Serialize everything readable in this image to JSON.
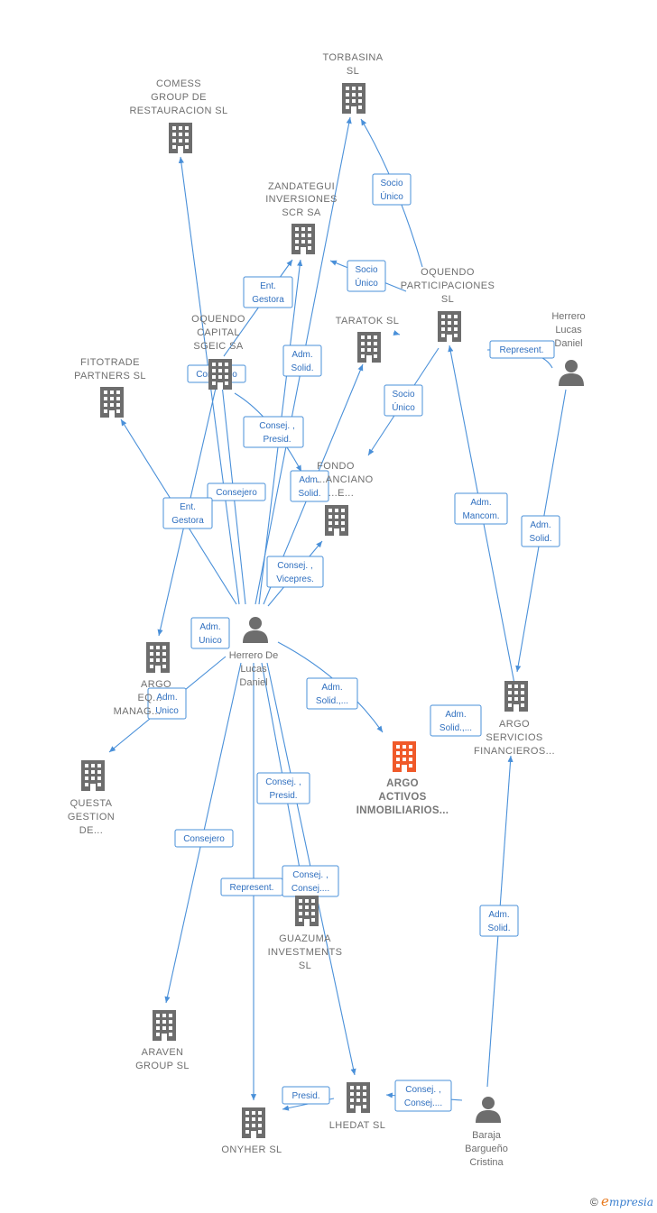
{
  "colors": {
    "edge": "#4a90d9",
    "building": "#6d6d6d",
    "focus_building": "#f05a2a",
    "person": "#6d6d6d"
  },
  "nodes": [
    {
      "id": "torbasina",
      "type": "company",
      "lines": [
        "TORBASINA",
        "SL"
      ]
    },
    {
      "id": "comess",
      "type": "company",
      "lines": [
        "COMESS",
        "GROUP DE",
        "RESTAURACION SL"
      ]
    },
    {
      "id": "zandategui",
      "type": "company",
      "lines": [
        "ZANDATEGUI",
        "INVERSIONES",
        "SCR SA"
      ]
    },
    {
      "id": "oquendo_part",
      "type": "company",
      "lines": [
        "OQUENDO",
        "PARTICIPACIONES",
        "SL"
      ]
    },
    {
      "id": "herrero_top",
      "type": "person",
      "lines": [
        "Herrero",
        "Lucas",
        "Daniel"
      ]
    },
    {
      "id": "oquendo_capital",
      "type": "company",
      "lines": [
        "OQUENDO",
        "CAPITAL",
        "SGEIC SA"
      ]
    },
    {
      "id": "taratok",
      "type": "company",
      "lines": [
        "TARATOK  SL"
      ]
    },
    {
      "id": "fitotrade",
      "type": "company",
      "lines": [
        "FITOTRADE",
        "PARTNERS SL"
      ]
    },
    {
      "id": "fondo",
      "type": "company",
      "lines": [
        "FONDO",
        "...ANCIANO",
        "...E..."
      ]
    },
    {
      "id": "herrero_center",
      "type": "person",
      "lines": [
        "Herrero De",
        "Lucas",
        "Daniel"
      ]
    },
    {
      "id": "argo_eq",
      "type": "company",
      "lines": [
        "ARGO",
        "EQ...",
        "MANAG..."
      ]
    },
    {
      "id": "questa",
      "type": "company",
      "lines": [
        "QUESTA",
        "GESTION",
        "DE..."
      ]
    },
    {
      "id": "argo_activos",
      "type": "focus",
      "lines": [
        "ARGO",
        "ACTIVOS",
        "INMOBILIARIOS..."
      ]
    },
    {
      "id": "argo_servicios",
      "type": "company",
      "lines": [
        "ARGO",
        "SERVICIOS",
        "FINANCIEROS..."
      ]
    },
    {
      "id": "guazuma",
      "type": "company",
      "lines": [
        "GUAZUMA",
        "INVESTMENTS",
        "SL"
      ]
    },
    {
      "id": "araven",
      "type": "company",
      "lines": [
        "ARAVEN",
        "GROUP  SL"
      ]
    },
    {
      "id": "lhedat",
      "type": "company",
      "lines": [
        "LHEDAT SL"
      ]
    },
    {
      "id": "onyher",
      "type": "company",
      "lines": [
        "ONYHER SL"
      ]
    },
    {
      "id": "baraja",
      "type": "person",
      "lines": [
        "Baraja",
        "Bargueño",
        "Cristina"
      ]
    }
  ],
  "edge_labels": [
    {
      "id": "socio_unico_torbasina",
      "lines": [
        "Socio",
        "Único"
      ]
    },
    {
      "id": "socio_unico_zandategui",
      "lines": [
        "Socio",
        "Único"
      ]
    },
    {
      "id": "ent_gestora_zandategui",
      "lines": [
        "Ent.",
        "Gestora"
      ]
    },
    {
      "id": "adm_solid_zandategui",
      "lines": [
        "Adm.",
        "Solid."
      ]
    },
    {
      "id": "represent_herrero",
      "lines": [
        "Represent."
      ]
    },
    {
      "id": "consejero_oquendo",
      "lines": [
        "Consejero"
      ]
    },
    {
      "id": "socio_unico_fondo",
      "lines": [
        "Socio",
        "Único"
      ]
    },
    {
      "id": "consej_presid_fondo",
      "lines": [
        "Consej. ,",
        "Presid."
      ]
    },
    {
      "id": "adm_solid_fondo",
      "lines": [
        "Adm.",
        "Solid."
      ]
    },
    {
      "id": "consejero_comess",
      "lines": [
        "Consejero"
      ]
    },
    {
      "id": "ent_gestora_argoeq",
      "lines": [
        "Ent.",
        "Gestora"
      ]
    },
    {
      "id": "adm_mancom",
      "lines": [
        "Adm.",
        "Mancom."
      ]
    },
    {
      "id": "adm_solid_argoserv",
      "lines": [
        "Adm.",
        "Solid."
      ]
    },
    {
      "id": "consej_vicepres",
      "lines": [
        "Consej. ,",
        "Vicepres."
      ]
    },
    {
      "id": "adm_unico_argoeq",
      "lines": [
        "Adm.",
        "Unico"
      ]
    },
    {
      "id": "adm_unico_questa",
      "lines": [
        "Adm.",
        "Unico"
      ]
    },
    {
      "id": "adm_solid_activos",
      "lines": [
        "Adm.",
        "Solid.,..."
      ]
    },
    {
      "id": "adm_solid_argoserv2",
      "lines": [
        "Adm.",
        "Solid.,..."
      ]
    },
    {
      "id": "consej_presid_guazuma",
      "lines": [
        "Consej. ,",
        "Presid."
      ]
    },
    {
      "id": "consejero_araven",
      "lines": [
        "Consejero"
      ]
    },
    {
      "id": "consej_consej_lhedat",
      "lines": [
        "Consej. ,",
        "Consej...."
      ]
    },
    {
      "id": "represent_onyher",
      "lines": [
        "Represent."
      ]
    },
    {
      "id": "adm_solid_baraja",
      "lines": [
        "Adm.",
        "Solid."
      ]
    },
    {
      "id": "presid_onyher",
      "lines": [
        "Presid."
      ]
    },
    {
      "id": "consej_consej_baraja",
      "lines": [
        "Consej. ,",
        "Consej...."
      ]
    }
  ],
  "brand": {
    "copyright": "©",
    "initial": "e",
    "rest": "mpresia"
  }
}
